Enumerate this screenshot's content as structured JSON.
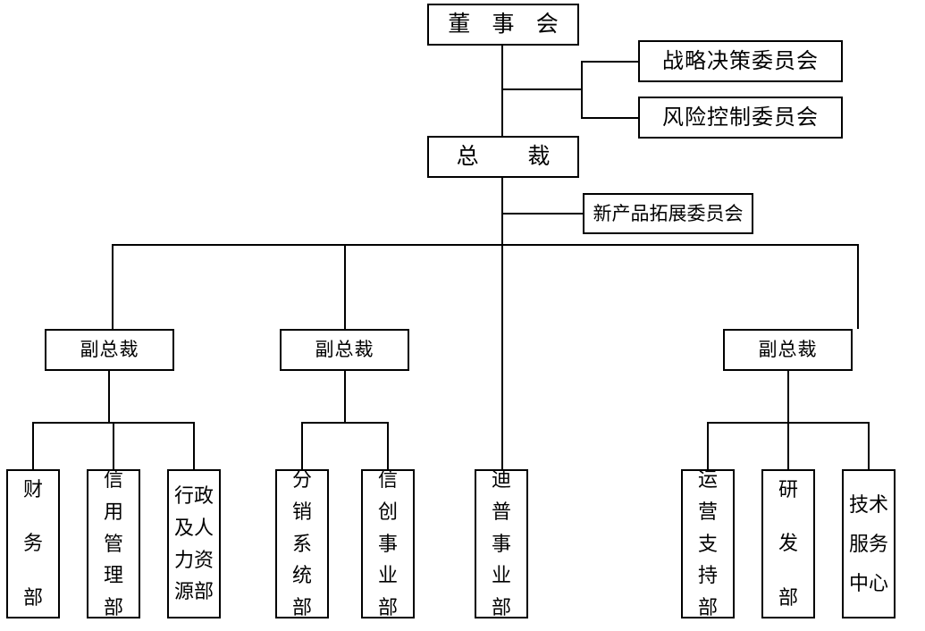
{
  "chart_title": "",
  "theme": {
    "background": "#ffffff",
    "line_color": "#000000",
    "box_border": "#000000",
    "text_color": "#000000"
  },
  "org": {
    "board": {
      "label": "董 事 会"
    },
    "board_committees": [
      {
        "label": "战略决策委员会"
      },
      {
        "label": "风险控制委员会"
      }
    ],
    "president": {
      "label": "总   裁"
    },
    "president_committees": [
      {
        "label": "新产品拓展委员会"
      }
    ],
    "vice_presidents": [
      {
        "label": "副总裁"
      },
      {
        "label": "副总裁"
      },
      {
        "label": "副总裁"
      }
    ],
    "departments": {
      "vp1": [
        {
          "label": "财务部"
        },
        {
          "label": "信用管理部"
        },
        {
          "label": "行政及人力资源部"
        }
      ],
      "vp2": [
        {
          "label": "分销系统部"
        },
        {
          "label": "信创事业部"
        }
      ],
      "president_direct": [
        {
          "label": "迪普事业部"
        }
      ],
      "vp3": [
        {
          "label": "运营支持部"
        },
        {
          "label": "研发部"
        },
        {
          "label": "技术服务中心"
        }
      ]
    }
  }
}
